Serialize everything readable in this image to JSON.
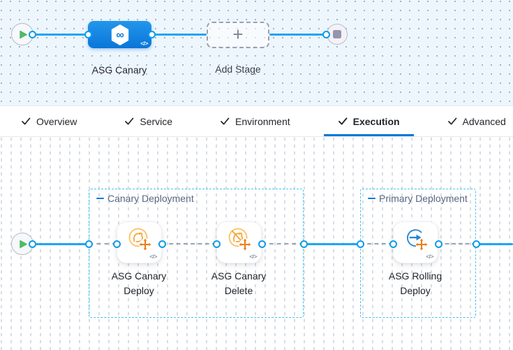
{
  "colors": {
    "accent_blue": "#0278d5",
    "connector_blue": "#1da6f2",
    "group_border_blue": "#44c3f2",
    "stage_node_blue_top": "#2396ec",
    "stage_node_blue_bottom": "#0a76d8",
    "canary_orange": "#f6a12e",
    "move_arrows_orange": "#ee7d15",
    "play_green": "#53ba63",
    "stop_gray": "#9595ad",
    "top_canvas_bg": "#edf6fc"
  },
  "icons": {
    "play": "▶",
    "stop": "■",
    "check": "✓",
    "plus": "+",
    "code": "</>",
    "infinity": "∞",
    "move": "✥"
  },
  "stage_pipeline": {
    "stage_label": "ASG Canary",
    "add_stage_label": "Add Stage"
  },
  "tabs": {
    "active": "Execution",
    "items": [
      {
        "label": "Overview",
        "checked": true
      },
      {
        "label": "Service",
        "checked": true
      },
      {
        "label": "Environment",
        "checked": true
      },
      {
        "label": "Execution",
        "checked": true
      },
      {
        "label": "Advanced",
        "checked": true
      }
    ]
  },
  "execution": {
    "groups": [
      {
        "label": "Canary Deployment"
      },
      {
        "label": "Primary Deployment"
      }
    ],
    "steps": [
      {
        "line1": "ASG Canary",
        "line2": "Deploy",
        "icon": "asg-canary-deploy-icon",
        "group": "Canary Deployment"
      },
      {
        "line1": "ASG Canary",
        "line2": "Delete",
        "icon": "asg-canary-delete-icon",
        "group": "Canary Deployment"
      },
      {
        "line1": "ASG Rolling",
        "line2": "Deploy",
        "icon": "asg-rolling-deploy-icon",
        "group": "Primary Deployment"
      }
    ]
  }
}
